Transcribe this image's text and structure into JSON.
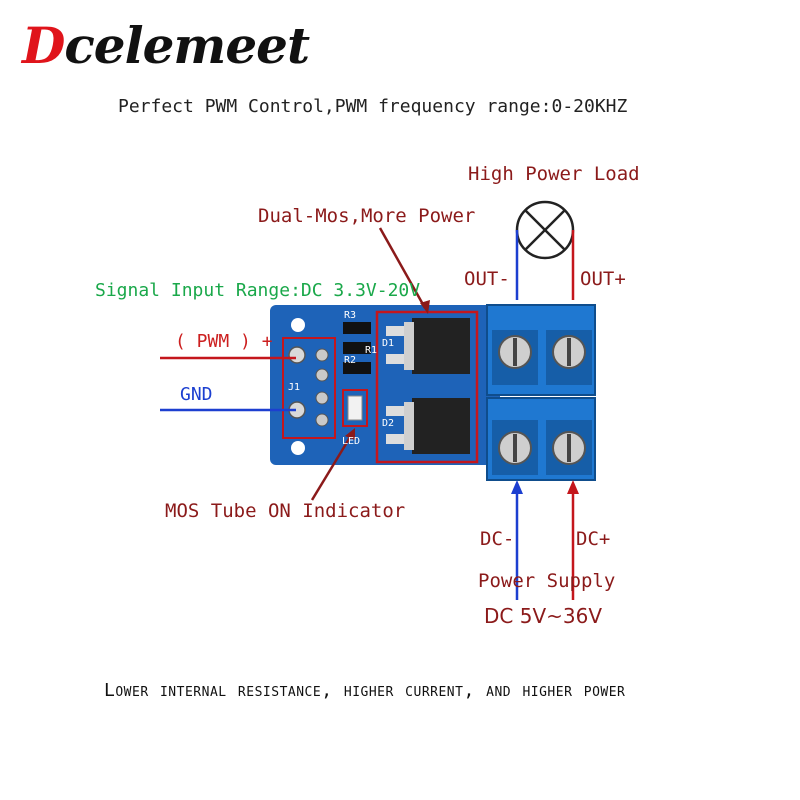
{
  "brand": {
    "first_letter": "D",
    "rest": "celemeet"
  },
  "subtitle": "Perfect PWM Control,PWM frequency range:0-20KHZ",
  "labels": {
    "high_power_load": "High Power Load",
    "dual_mos": "Dual-Mos,More Power",
    "out_minus": "OUT-",
    "out_plus": "OUT+",
    "signal_range": "Signal Input Range:DC 3.3V-20V",
    "pwm": "( PWM ) +",
    "gnd": "GND",
    "mos_indicator": "MOS Tube ON Indicator",
    "dc_minus": "DC-",
    "dc_plus": "DC+",
    "power_supply": "Power Supply",
    "dc_range": "DC 5V~36V"
  },
  "board": {
    "silk_r3": "R3",
    "silk_r2": "R2",
    "silk_r1": "R1",
    "silk_d1": "D1",
    "silk_d2": "D2",
    "silk_j1": "J1",
    "silk_led": "LED"
  },
  "footer": "Lower internal resistance, higher current, and higher power",
  "colors": {
    "pcb": "#1e63b8",
    "terminal": "#1f78d1",
    "red_line": "#c4161c",
    "blue_line": "#1c3fd0",
    "callout": "#8b1a1a"
  }
}
